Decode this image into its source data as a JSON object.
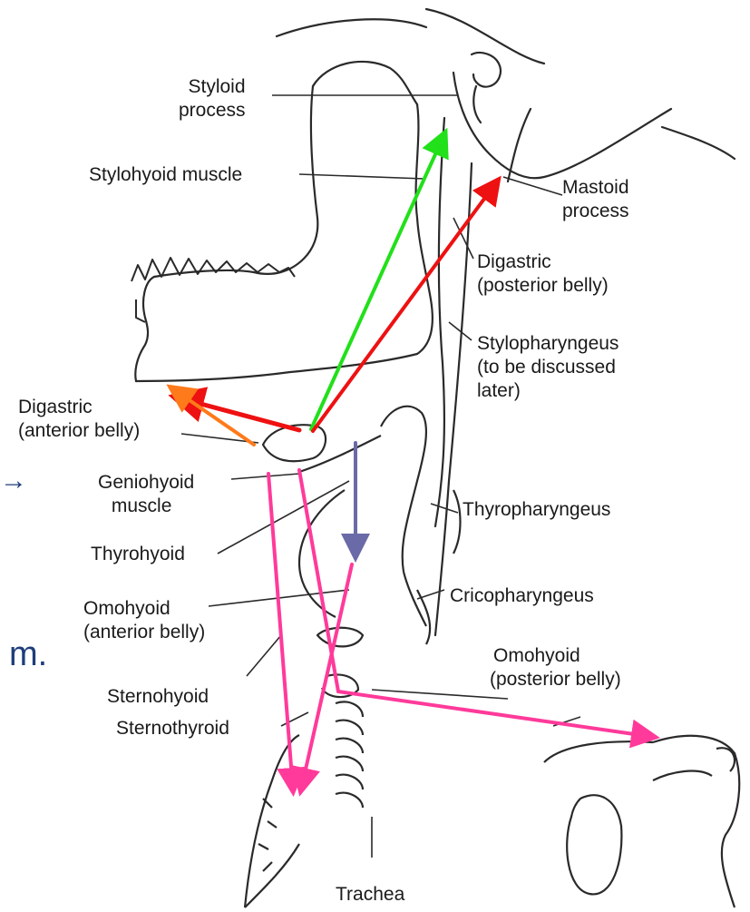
{
  "labels": {
    "styloid_1": "Styloid",
    "styloid_2": "process",
    "stylohyoid": "Stylohyoid muscle",
    "mastoid_1": "Mastoid",
    "mastoid_2": "process",
    "digastric_post_1": "Digastric",
    "digastric_post_2": "(posterior belly)",
    "stylophar_1": "Stylopharyngeus",
    "stylophar_2": "(to be discussed",
    "stylophar_3": "later)",
    "digastric_ant_1": "Digastric",
    "digastric_ant_2": "(anterior belly)",
    "geniohyoid_1": "Geniohyoid",
    "geniohyoid_2": "muscle",
    "thyropharyngeus": "Thyropharyngeus",
    "thyrohyoid": "Thyrohyoid",
    "cricopharyngeus": "Cricopharyngeus",
    "omohyoid_ant_1": "Omohyoid",
    "omohyoid_ant_2": "(anterior belly)",
    "omohyoid_post_1": "Omohyoid",
    "omohyoid_post_2": "(posterior belly)",
    "sternohyoid": "Sternohyoid",
    "sternothyroid": "Sternothyroid",
    "trachea": "Trachea"
  },
  "fragments": {
    "arrow_glyph": "→",
    "text_fragment": "m."
  },
  "arrows": [
    {
      "name": "stylohyoid-arrow",
      "color": "#22e01a"
    },
    {
      "name": "digastric-posterior-arrow",
      "color": "#ee1111"
    },
    {
      "name": "digastric-anterior-arrow",
      "color": "#ee1111"
    },
    {
      "name": "geniohyoid-arrow",
      "color": "#ff7a1a"
    },
    {
      "name": "thyrohyoid-arrow",
      "color": "#6a6aa8"
    },
    {
      "name": "sternohyoid-arrow",
      "color": "#ff3a9a"
    },
    {
      "name": "sternothyroid-arrow",
      "color": "#ff3a9a"
    },
    {
      "name": "omohyoid-arrow",
      "color": "#ff3a9a"
    }
  ]
}
